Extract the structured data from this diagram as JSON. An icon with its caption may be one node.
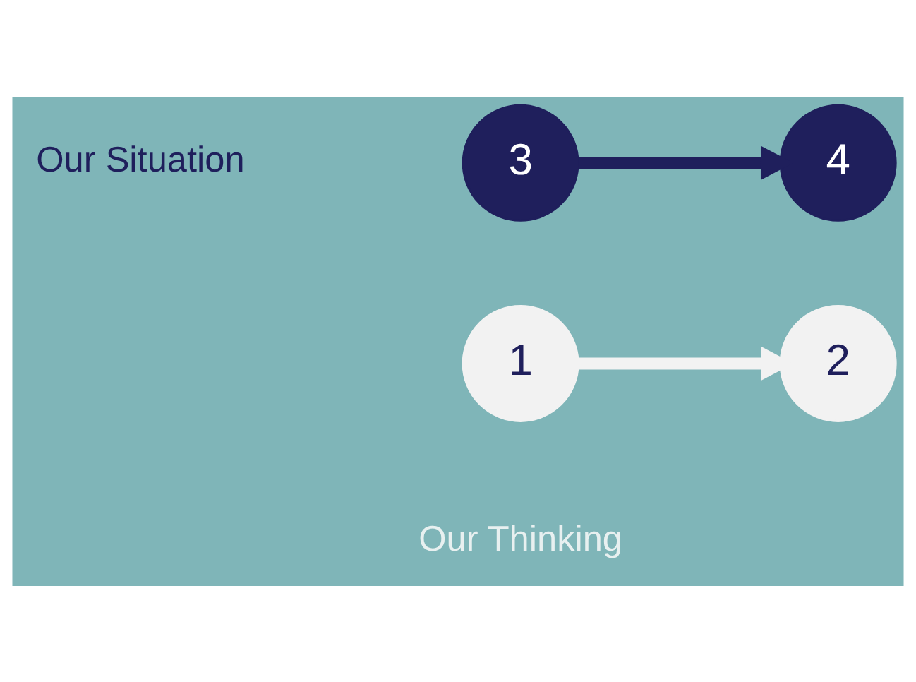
{
  "diagram": {
    "nodes": [
      {
        "text": [
          "1"
        ]
      },
      {
        "text": [
          "2"
        ]
      },
      {
        "text": [
          "3"
        ]
      },
      {
        "text": [
          "4"
        ]
      }
    ],
    "edges": [
      {
        "from": 0,
        "to": 1,
        "arrow": "to",
        "color": "#f2f2f2"
      },
      {
        "from": 2,
        "to": 3,
        "arrow": "to",
        "color": "#1f1f5c"
      }
    ],
    "labels": [
      "Our Situation",
      "Our Thinking"
    ]
  }
}
